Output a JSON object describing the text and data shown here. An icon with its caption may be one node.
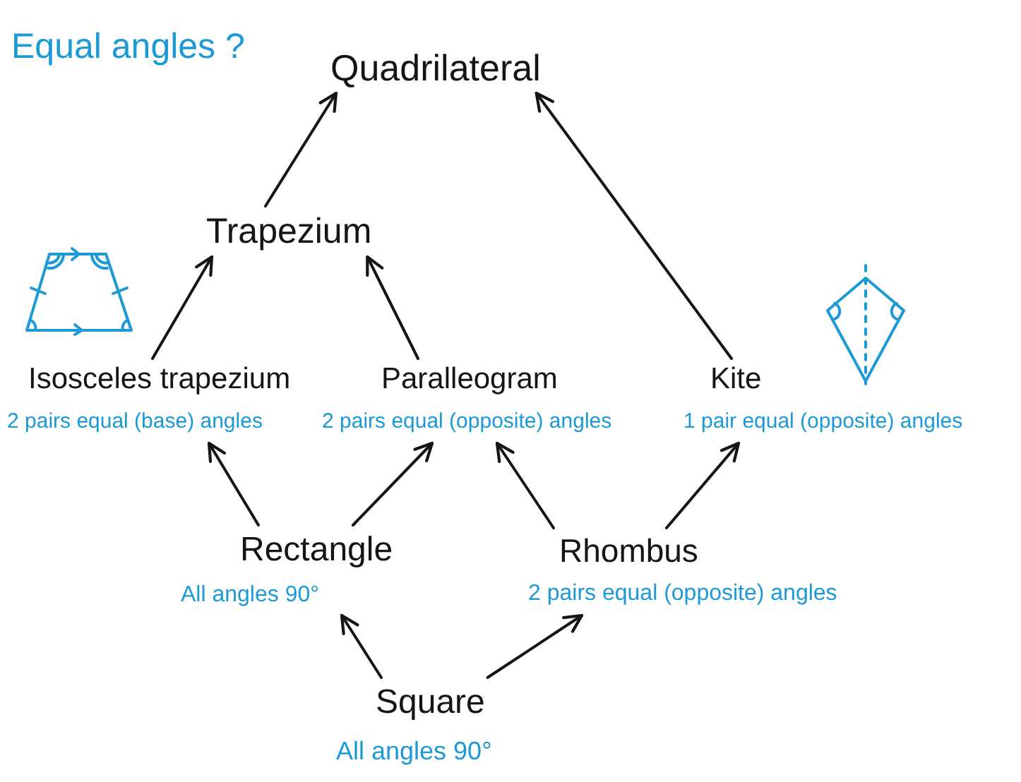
{
  "diagram": {
    "title": "Equal angles ?",
    "nodes": [
      {
        "text": [
          "Quadrilateral"
        ]
      },
      {
        "text": [
          "Trapezium"
        ]
      },
      {
        "text": [
          "Isosceles trapezium",
          "2 pairs equal (base) angles"
        ]
      },
      {
        "text": [
          "Paralleogram",
          "2 pairs equal (opposite) angles"
        ]
      },
      {
        "text": [
          "Kite",
          "1 pair equal (opposite) angles"
        ]
      },
      {
        "text": [
          "Rectangle",
          "All angles 90°"
        ]
      },
      {
        "text": [
          "Rhombus",
          "2 pairs equal (opposite) angles"
        ]
      },
      {
        "text": [
          "Square",
          "All angles 90°"
        ]
      }
    ],
    "edges": [
      {
        "from": 1,
        "to": 0,
        "arrow": "to"
      },
      {
        "from": 4,
        "to": 0,
        "arrow": "to"
      },
      {
        "from": 2,
        "to": 1,
        "arrow": "to"
      },
      {
        "from": 3,
        "to": 1,
        "arrow": "to"
      },
      {
        "from": 5,
        "to": 2,
        "arrow": "to"
      },
      {
        "from": 5,
        "to": 3,
        "arrow": "to"
      },
      {
        "from": 6,
        "to": 3,
        "arrow": "to"
      },
      {
        "from": 6,
        "to": 4,
        "arrow": "to"
      },
      {
        "from": 7,
        "to": 5,
        "arrow": "to"
      },
      {
        "from": 7,
        "to": 6,
        "arrow": "to"
      }
    ]
  }
}
